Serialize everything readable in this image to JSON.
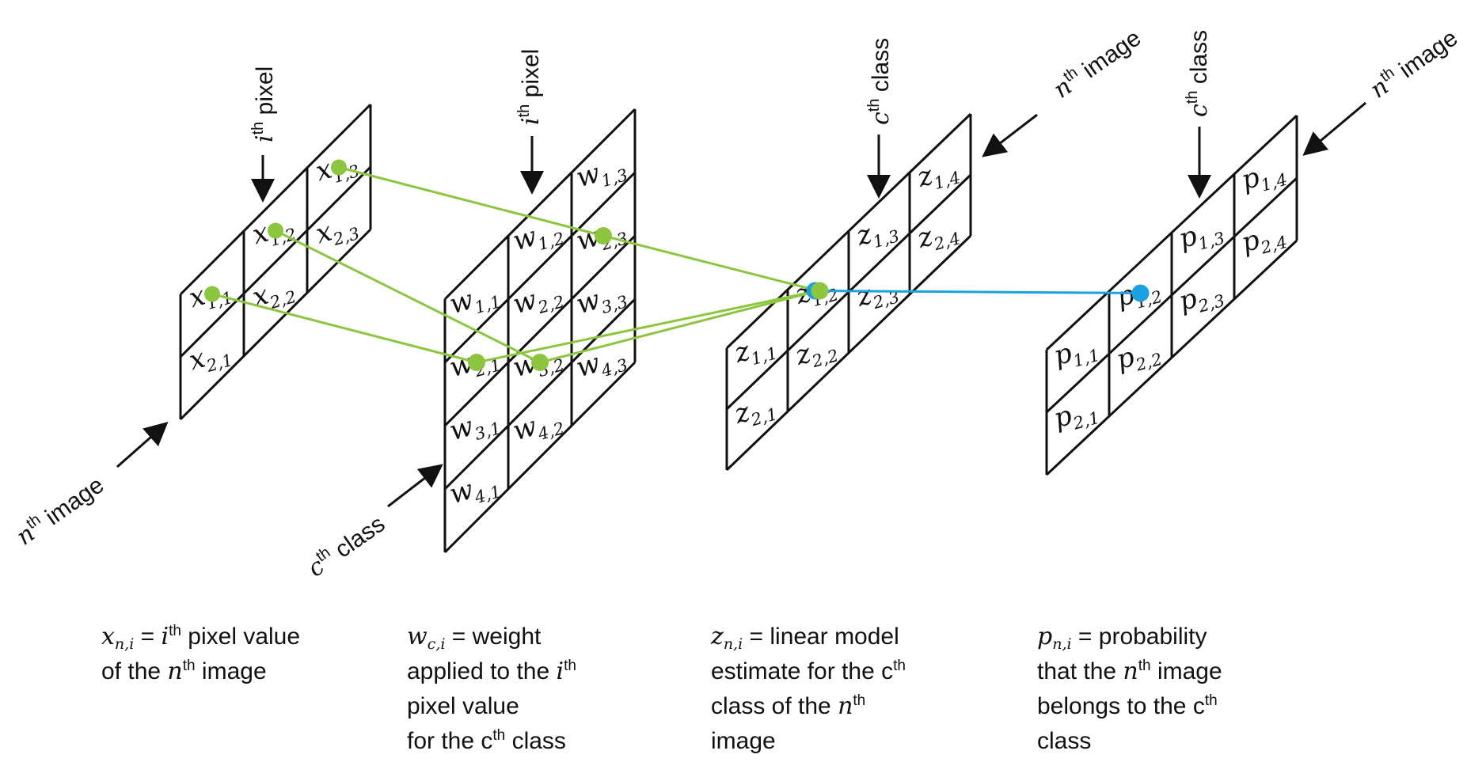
{
  "grids": [
    {
      "id": "x",
      "rows": [
        [
          "x_{1,1}",
          "x_{1,2}",
          "x_{1,3}"
        ],
        [
          "x_{2,1}",
          "x_{2,2}",
          "x_{2,3}"
        ]
      ],
      "labels": {
        "columns": "i^th pixel",
        "rows": "n^th image"
      }
    },
    {
      "id": "w",
      "rows": [
        [
          "w_{1,1}",
          "w_{1,2}",
          "w_{1,3}"
        ],
        [
          "w_{2,1}",
          "w_{2,2}",
          "w_{2,3}"
        ],
        [
          "w_{3,1}",
          "w_{3,2}",
          "w_{3,3}"
        ],
        [
          "w_{4,1}",
          "w_{4,2}",
          "w_{4,3}"
        ]
      ],
      "labels": {
        "columns": "i^th pixel",
        "rows": "c^th class"
      }
    },
    {
      "id": "z",
      "rows": [
        [
          "z_{1,1}",
          "z_{1,2}",
          "z_{1,3}",
          "z_{1,4}"
        ],
        [
          "z_{2,1}",
          "z_{2,2}",
          "z_{2,3}",
          "z_{2,4}"
        ]
      ],
      "labels": {
        "columns": "c^th class",
        "rows": "n^th image"
      }
    },
    {
      "id": "p",
      "rows": [
        [
          "p_{1,1}",
          "p_{1,2}",
          "p_{1,3}",
          "p_{1,4}"
        ],
        [
          "p_{2,1}",
          "p_{2,2}",
          "p_{2,3}",
          "p_{2,4}"
        ]
      ],
      "labels": {
        "columns": "c^th class",
        "rows": "n^th image"
      }
    }
  ],
  "connections": {
    "color_inputs": "#8cc63f",
    "color_output": "#1ba1e2",
    "inputs": [
      [
        "x",
        0,
        0
      ],
      [
        "x",
        0,
        1
      ],
      [
        "x",
        0,
        2
      ]
    ],
    "weights": [
      [
        "w",
        1,
        0
      ],
      [
        "w",
        2,
        1
      ],
      [
        "w",
        1,
        2
      ]
    ],
    "target": [
      "z",
      0,
      1
    ],
    "output": [
      "p",
      0,
      1
    ]
  },
  "captions": {
    "x": {
      "line1_var": "x",
      "line1_sub": "n,i",
      "line1_eq": " = ",
      "line1_ivar": "i",
      "line1_sup": "th",
      "line1_rest": " pixel value",
      "line2_pre": "of the ",
      "line2_var": "n",
      "line2_sup": "th",
      "line2_rest": " image"
    },
    "w": {
      "line1_var": "w",
      "line1_sub": "c,i",
      "line1_rest": " = weight",
      "line2_pre": "applied to the ",
      "line2_var": "i",
      "line2_sup": "th",
      "line3": "pixel value",
      "line4_pre": "for the c",
      "line4_sup": "th",
      "line4_rest": " class"
    },
    "z": {
      "line1_var": "z",
      "line1_sub": "n,i",
      "line1_rest": " = linear model",
      "line2_pre": "estimate for the c",
      "line2_sup": "th",
      "line3_pre": "class of the ",
      "line3_var": "n",
      "line3_sup": "th",
      "line4": "image"
    },
    "p": {
      "line1_var": "p",
      "line1_sub": "n,i",
      "line1_rest": " = probability",
      "line2_pre": "that the ",
      "line2_var": "n",
      "line2_sup": "th",
      "line2_rest": " image",
      "line3_pre": "belongs to the c",
      "line3_sup": "th",
      "line4": "class"
    }
  }
}
